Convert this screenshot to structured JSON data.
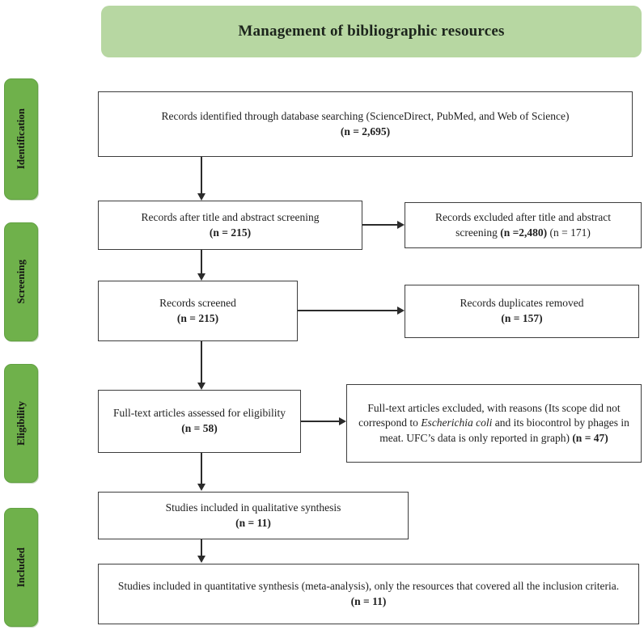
{
  "header": {
    "title": "Management of bibliographic resources"
  },
  "sidebar": {
    "stages": [
      {
        "label": "Identification"
      },
      {
        "label": "Screening"
      },
      {
        "label": "Eligibility"
      },
      {
        "label": "Included"
      }
    ]
  },
  "flow": {
    "records_identified": {
      "text": "Records identified through database searching (ScienceDirect, PubMed, and Web of Science)",
      "count": "(n = 2,695)"
    },
    "after_title_abstract": {
      "text": "Records after title and abstract screening",
      "count": "(n = 215)"
    },
    "excluded_title_abstract": {
      "text_before": "Records excluded after title and abstract screening ",
      "count_bold": "(n =2,480)",
      "text_after": " (n = 171)"
    },
    "records_screened": {
      "text": "Records screened",
      "count": "(n = 215)"
    },
    "duplicates_removed": {
      "text": "Records duplicates removed",
      "count": "(n = 157)"
    },
    "fulltext_assessed": {
      "text": "Full-text articles assessed for eligibility",
      "count": "(n = 58)"
    },
    "fulltext_excluded": {
      "text_before_italic": "Full-text articles excluded, with reasons (Its scope did not correspond to ",
      "italic": "Escherichia coli",
      "text_after_italic": " and its biocontrol by phages in meat. UFC’s data is only reported in graph) ",
      "count": "(n = 47)"
    },
    "qualitative": {
      "text": "Studies included in qualitative synthesis",
      "count": "(n = 11)"
    },
    "quantitative": {
      "text": "Studies included in quantitative synthesis (meta-analysis), only the resources that covered all the inclusion criteria.",
      "count": "(n = 11)"
    }
  },
  "colors": {
    "header_fill": "#b7d7a2",
    "stage_fill": "#6fb14b",
    "box_border": "#3d3d3d",
    "arrow": "#2b2b2b"
  }
}
